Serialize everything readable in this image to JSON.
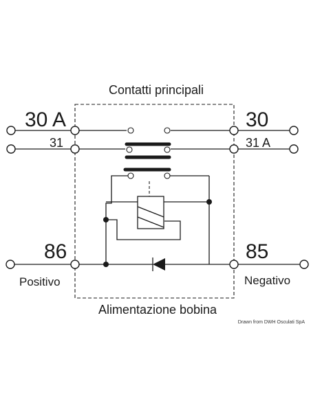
{
  "labels": {
    "main_contacts": "Contatti principali",
    "coil_supply": "Alimentazione bobina",
    "t30a": "30 A",
    "t31_left": "31",
    "t30": "30",
    "t31a": "31 A",
    "t86": "86",
    "t85": "85",
    "positive": "Positivo",
    "negative": "Negativo",
    "credit": "Drawn from DWH Osculati SpA"
  },
  "colors": {
    "ink": "#1a1a1a",
    "background": "#ffffff"
  }
}
